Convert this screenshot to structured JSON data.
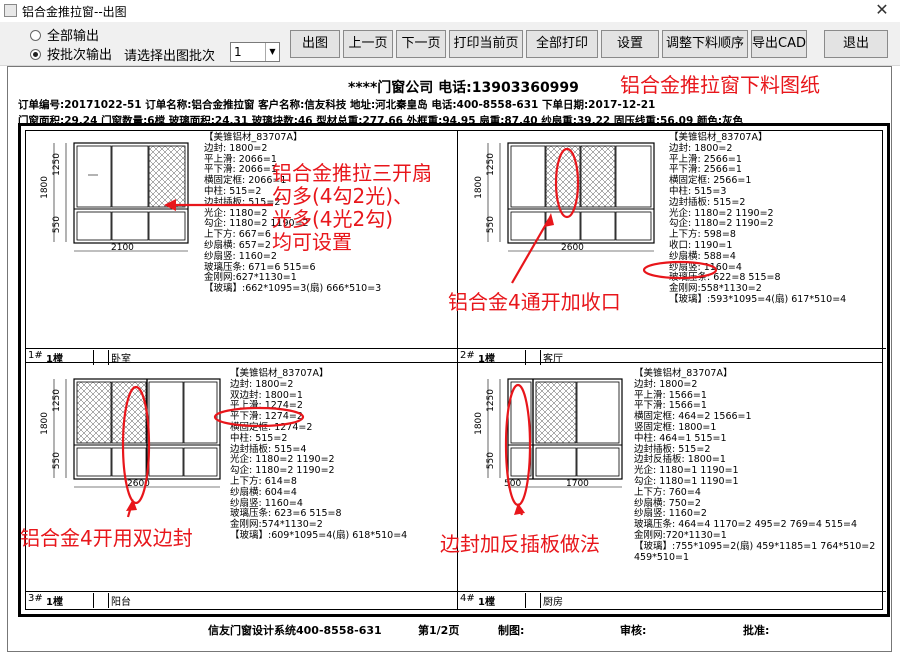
{
  "window": {
    "title": "铝合金推拉窗--出图",
    "close_glyph": "✕"
  },
  "toolbar": {
    "radio_all": "全部输出",
    "radio_batch": "按批次输出",
    "batch_label": "请选择出图批次",
    "batch_value": "1",
    "buttons": [
      "出图",
      "上一页",
      "下一页",
      "打印当前页",
      "全部打印",
      "设置",
      "调整下料顺序",
      "导出CAD",
      "退出"
    ]
  },
  "sheet": {
    "company": "****门窗公司 电话:13903360999",
    "red_title": "铝合金推拉窗下料图纸",
    "info_line1": "订单编号:20171022-51  订单名称:铝合金推拉窗  客户名称:信友科技  地址:河北秦皇岛  电话:400-8558-631  下单日期:2017-12-21",
    "info_line2": "门窗面积:29.24  门窗数量:6樘  玻璃面积:24.31  玻璃块数:46  型材总重:277.66  外框重:94.95  扇重:87.40  纱扇重:39.22  固压线重:56.09  颜色:灰色",
    "footer_system": "信友门窗设计系统400-8558-631",
    "footer_page": "第1/2页",
    "footer_draw": "制图:",
    "footer_review": "审核:",
    "footer_approve": "批准:"
  },
  "panels": [
    {
      "num": "1#",
      "qty": "1樘",
      "room": "卧室",
      "width_dim": "2100",
      "h_total": "1800",
      "h_top": "1250",
      "h_bottom": "550",
      "specs": [
        "【美锥铝材_83707A】",
        "边封: 1800=2",
        "平上滑: 2066=1",
        "平下滑: 2066=1",
        "横固定框: 2066=1",
        "中柱: 515=2",
        "边封插板: 515=2",
        "光企: 1180=2",
        "勾企: 1180=2 1190=2",
        "上下方: 667=6",
        "纱扇横: 657=2",
        "纱扇竖: 1160=2",
        "玻璃压条: 671=6 515=6",
        "金刚网:627*1130=1",
        "【玻璃】:662*1095=3(扇) 666*510=3"
      ]
    },
    {
      "num": "2#",
      "qty": "1樘",
      "room": "客厅",
      "width_dim": "2600",
      "h_total": "1800",
      "h_top": "1250",
      "h_bottom": "550",
      "specs": [
        "【美锥铝材_83707A】",
        "边封: 1800=2",
        "平上滑: 2566=1",
        "平下滑: 2566=1",
        "横固定框: 2566=1",
        "中柱: 515=3",
        "边封插板: 515=2",
        "光企: 1180=2 1190=2",
        "勾企: 1180=2 1190=2",
        "上下方: 598=8",
        "收口: 1190=1",
        "纱扇横: 588=4",
        "纱扇竖: 1160=4",
        "玻璃压条: 622=8 515=8",
        "金刚网:558*1130=2",
        "【玻璃】:593*1095=4(扇) 617*510=4"
      ]
    },
    {
      "num": "3#",
      "qty": "1樘",
      "room": "阳台",
      "width_dim": "2600",
      "h_total": "1800",
      "h_top": "1250",
      "h_bottom": "550",
      "specs": [
        "【美锥铝材_83707A】",
        "边封: 1800=2",
        "双边封: 1800=1",
        "平上滑: 1274=2",
        "平下滑: 1274=2",
        "横固定框: 1274=2",
        "中柱: 515=2",
        "边封插板: 515=4",
        "光企: 1180=2 1190=2",
        "勾企: 1180=2 1190=2",
        "上下方: 614=8",
        "纱扇横: 604=4",
        "纱扇竖: 1160=4",
        "玻璃压条: 623=6 515=8",
        "金刚网:574*1130=2",
        "【玻璃】:609*1095=4(扇) 618*510=4"
      ]
    },
    {
      "num": "4#",
      "qty": "1樘",
      "room": "厨房",
      "width_dim": "1700",
      "h_total": "1800",
      "h_top": "1250",
      "h_bottom": "550",
      "width_dim_left": "500",
      "specs": [
        "【美锥铝材_83707A】",
        "边封: 1800=2",
        "平上滑: 1566=1",
        "平下滑: 1566=1",
        "横固定框: 464=2 1566=1",
        "竖固定框: 1800=1",
        "中柱: 464=1 515=1",
        "边封插板: 515=2",
        "边封反插板: 1800=1",
        "光企: 1180=1 1190=1",
        "勾企: 1180=1 1190=1",
        "上下方: 760=4",
        "纱扇横: 750=2",
        "纱扇竖: 1160=2",
        "玻璃压条: 464=4 1170=2 495=2 769=4 515=4",
        "金刚网:720*1130=1",
        "【玻璃】:755*1095=2(扇) 459*1185=1 764*510=2",
        "459*510=1"
      ]
    }
  ],
  "annotations": {
    "a1_line1": "铝合金推拉三开扇",
    "a1_line2": "勾多(4勾2光)、",
    "a1_line3": "光多(4光2勾)",
    "a1_line4": "均可设置",
    "a2": "铝合金4通开加收口",
    "a3": "铝合金4开用双边封",
    "a4": "边封加反插板做法"
  },
  "colors": {
    "annotation": "#e8161b",
    "button_face": "#e3e3e3",
    "toolbar_bg": "#f0f0f0"
  }
}
